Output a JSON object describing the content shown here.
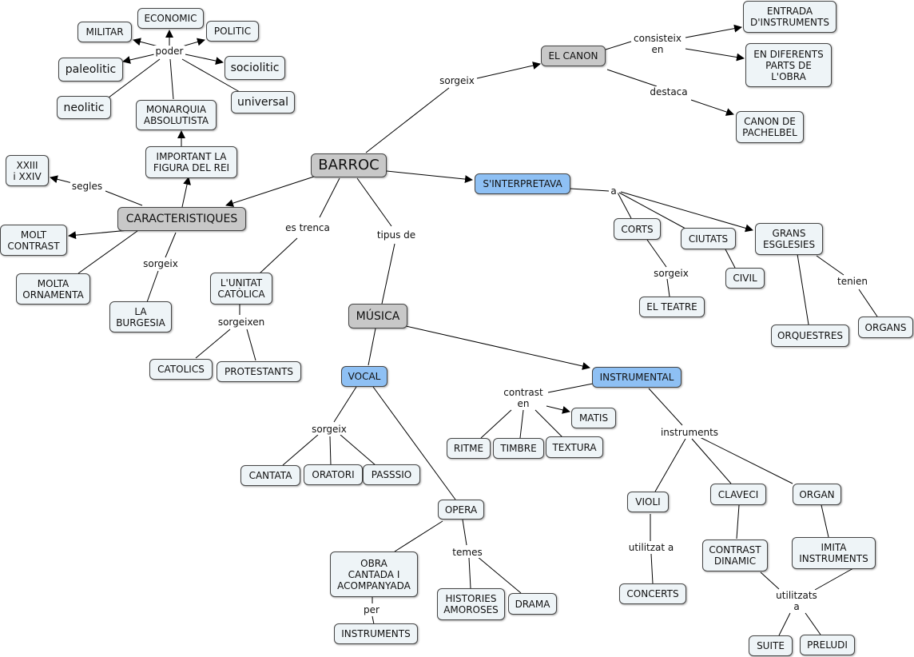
{
  "nodes": {
    "barroc": "BARROC",
    "caracteristiques": "CARACTERISTIQUES",
    "musica": "MÚSICA",
    "el_canon": "EL CANON",
    "sinterpretava": "S'INTERPRETAVA",
    "vocal": "VOCAL",
    "instrumental": "INSTRUMENTAL",
    "economic": "ECONOMIC",
    "militar": "MILITAR",
    "politic": "POLITIC",
    "paleolitic": "paleolitic",
    "sociolitic": "sociolitic",
    "neolitic": "neolitic",
    "universal": "universal",
    "monarquia": "MONARQUIA\nABSOLUTISTA",
    "important": "IMPORTANT LA\nFIGURA DEL REI",
    "xxiii": "XXIII\ni XXIV",
    "molt_contrast": "MOLT\nCONTRAST",
    "molta_ornamenta": "MOLTA\nORNAMENTA",
    "la_burgesia": "LA\nBURGESIA",
    "unitat": "L'UNITAT\nCATÒLICA",
    "catolics": "CATOLICS",
    "protestants": "PROTESTANTS",
    "entrada": "ENTRADA\nD'INSTRUMENTS",
    "diferents": "EN DIFERENTS\nPARTS DE\nL'OBRA",
    "pachelbel": "CANON DE\nPACHELBEL",
    "corts": "CORTS",
    "ciutats": "CIUTATS",
    "grans": "GRANS\nESGLESIES",
    "civil": "CIVIL",
    "teatre": "EL TEATRE",
    "orquestres": "ORQUESTRES",
    "organs": "ORGANS",
    "cantata": "CANTATA",
    "oratori": "ORATORI",
    "passsio": "PASSSIO",
    "opera": "OPERA",
    "obra": "OBRA\nCANTADA I\nACOMPANYADA",
    "instruments_node": "INSTRUMENTS",
    "histories": "HISTORIES\nAMOROSES",
    "drama": "DRAMA",
    "matis": "MATIS",
    "ritme": "RITME",
    "timbre": "TIMBRE",
    "textura": "TEXTURA",
    "violi": "VIOLI",
    "claveci": "CLAVECI",
    "organ": "ORGAN",
    "concerts": "CONCERTS",
    "contrast_dinamic": "CONTRAST\nDINAMIC",
    "imita": "IMITA\nINSTRUMENTS",
    "suite": "SUITE",
    "preludi": "PRELUDI"
  },
  "labels": {
    "poder": "poder",
    "segles": "segles",
    "sorgeix_carac": "sorgeix",
    "es_trenca": "es trenca",
    "sorgeixen": "sorgeixen",
    "tipus_de": "tipus de",
    "sorgeix_canon": "sorgeix",
    "consisteix": "consisteix\nen",
    "destaca": "destaca",
    "a_interp": "a",
    "sorgeix_corts": "sorgeix",
    "tenien": "tenien",
    "sorgeix_vocal": "sorgeix",
    "per": "per",
    "temes": "temes",
    "contrast_en": "contrast\nen",
    "instruments_lbl": "instruments",
    "utilitzat": "utilitzat a",
    "utilitzats": "utilitzats\na"
  }
}
